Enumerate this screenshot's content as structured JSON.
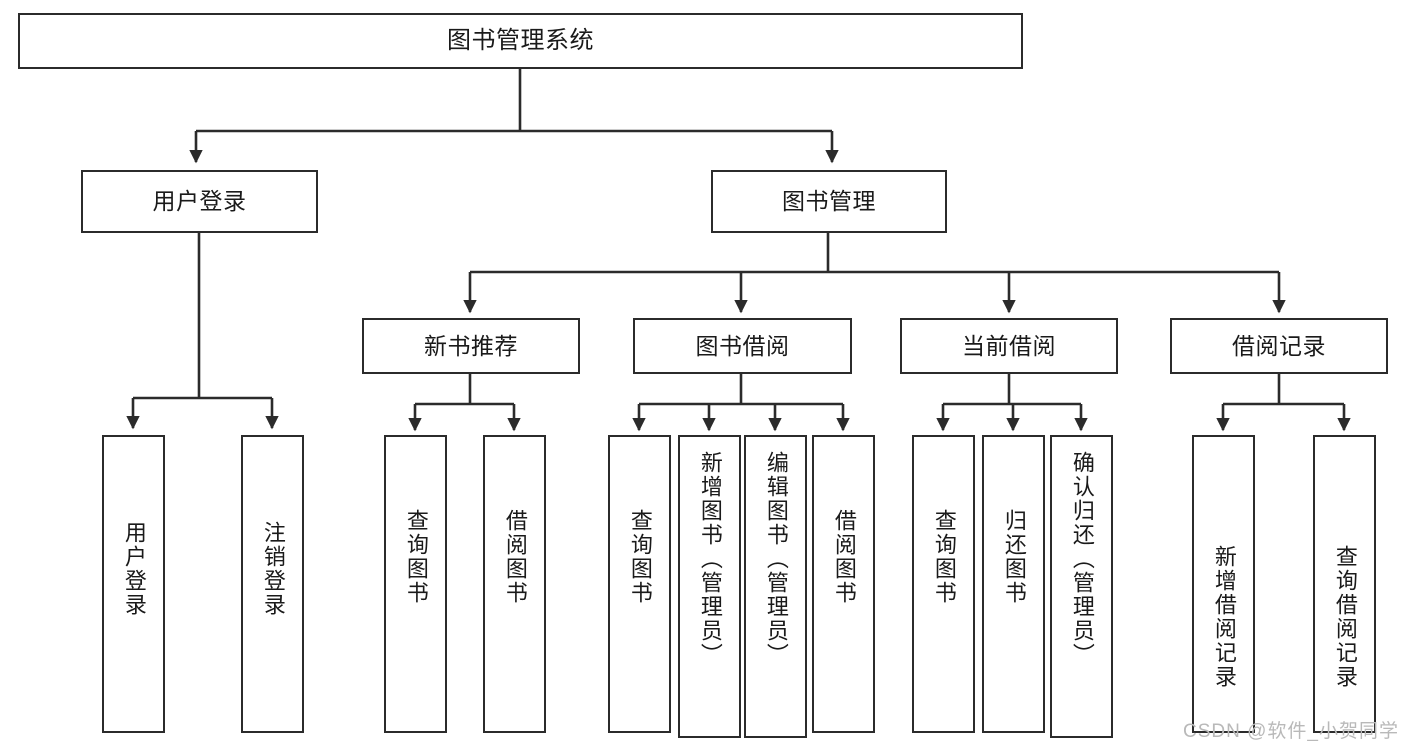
{
  "diagram": {
    "title": "图书管理系统",
    "type": "hierarchy-tree",
    "root": {
      "label": "图书管理系统"
    },
    "level2": [
      {
        "label": "用户登录"
      },
      {
        "label": "图书管理"
      }
    ],
    "level3": [
      {
        "label": "新书推荐"
      },
      {
        "label": "图书借阅"
      },
      {
        "label": "当前借阅"
      },
      {
        "label": "借阅记录"
      }
    ],
    "leaves": {
      "user_login": [
        {
          "label": "用户登录"
        },
        {
          "label": "注销登录"
        }
      ],
      "new_book_recommend": [
        {
          "label": "查询图书"
        },
        {
          "label": "借阅图书"
        }
      ],
      "book_borrow": [
        {
          "label": "查询图书"
        },
        {
          "label": "新增图书（管理员）"
        },
        {
          "label": "编辑图书（管理员）"
        },
        {
          "label": "借阅图书"
        }
      ],
      "current_borrow": [
        {
          "label": "查询图书"
        },
        {
          "label": "归还图书"
        },
        {
          "label": "确认归还（管理员）"
        }
      ],
      "borrow_records": [
        {
          "label": "新增借阅记录"
        },
        {
          "label": "查询借阅记录"
        }
      ]
    },
    "colors": {
      "stroke": "#2b2b2b",
      "fill": "#ffffff",
      "text": "#1a1a1a",
      "watermark": "#b9b9b9"
    }
  },
  "watermark": {
    "text": "CSDN @软件_小贺同学"
  }
}
